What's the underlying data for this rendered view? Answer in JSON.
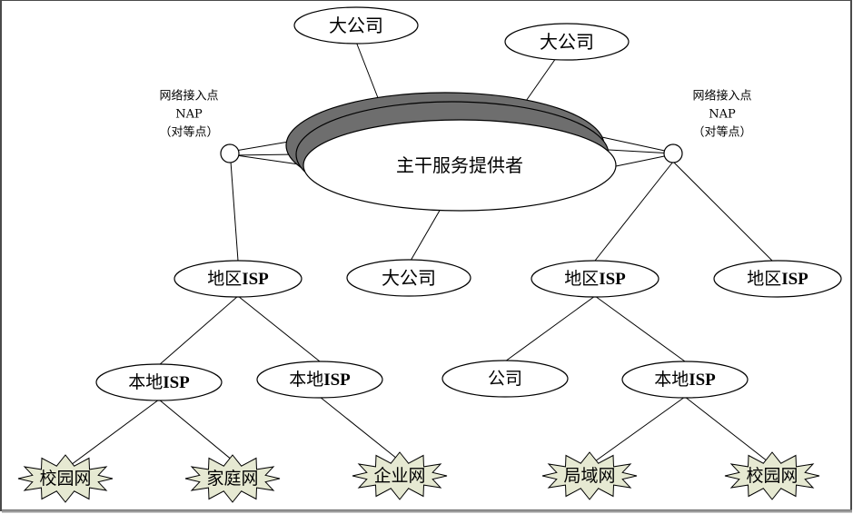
{
  "colors": {
    "background": "#ffffff",
    "backbone_shadow": "#6e6e6e",
    "star_fill": "#e6e9d2",
    "frame": "#4a4a4a"
  },
  "backbone": {
    "label": "主干服务提供者"
  },
  "nap_left": {
    "line1": "网络接入点",
    "line2": "NAP",
    "line3": "（对等点）"
  },
  "nap_right": {
    "line1": "网络接入点",
    "line2": "NAP",
    "line3": "（对等点）"
  },
  "companies": {
    "top1": "大公司",
    "top2": "大公司",
    "bottom": "大公司"
  },
  "regional_isp": {
    "left": {
      "cn": "地区",
      "en": "ISP"
    },
    "mid": {
      "cn": "地区",
      "en": "ISP"
    },
    "right": {
      "cn": "地区",
      "en": "ISP"
    }
  },
  "local_isp": {
    "left1": {
      "cn": "本地",
      "en": "ISP"
    },
    "left2": {
      "cn": "本地",
      "en": "ISP"
    },
    "right": {
      "cn": "本地",
      "en": "ISP"
    }
  },
  "company_small": "公司",
  "end_networks": {
    "campus1": "校园网",
    "home": "家庭网",
    "enterprise": "企业网",
    "lan": "局域网",
    "campus2": "校园网"
  }
}
